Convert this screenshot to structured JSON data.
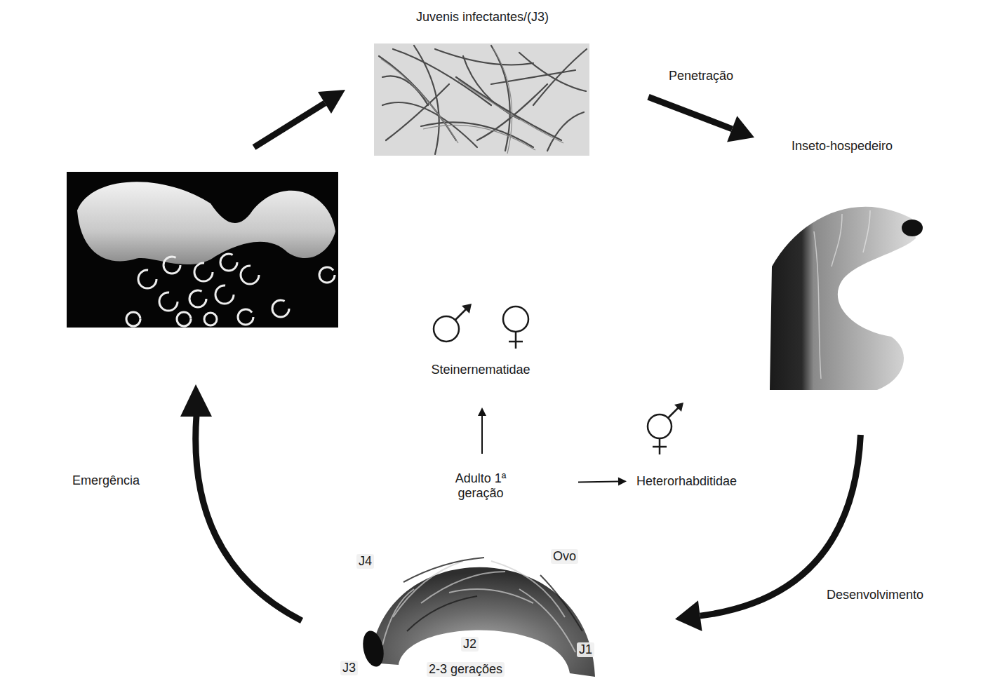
{
  "diagram": {
    "nodes": [
      {
        "text": [
          "Juvenis infectantes/(J3)"
        ]
      },
      {
        "text": [
          "Inseto-hospedeiro"
        ]
      },
      {
        "text": [
          "J4",
          "Ovo",
          "J2",
          "J1",
          "J3",
          "2-3 gerações"
        ]
      },
      {
        "text": [
          "Adulto 1ª geração"
        ]
      },
      {
        "text": [
          "Steinernematidae"
        ]
      },
      {
        "text": [
          "Heterorhabditidae"
        ]
      }
    ],
    "edges": [
      {
        "from": 0,
        "to": 1,
        "label": "Penetração",
        "arrow": "to"
      },
      {
        "from": 1,
        "to": 2,
        "label": "Desenvolvimento",
        "arrow": "to"
      },
      {
        "from": 3,
        "to": 4,
        "arrow": "to"
      },
      {
        "from": 3,
        "to": 5,
        "arrow": "to"
      }
    ],
    "labels": [
      "Emergência"
    ]
  }
}
